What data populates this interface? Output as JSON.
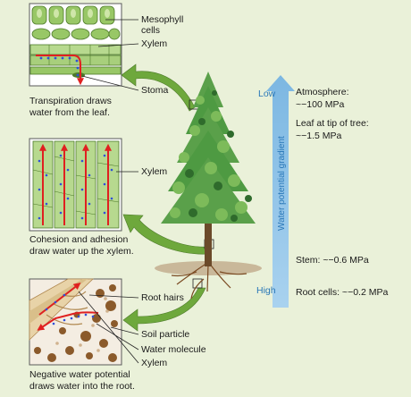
{
  "leaf_panel": {
    "labels": {
      "mesophyll_line1": "Mesophyll",
      "mesophyll_line2": "cells",
      "xylem": "Xylem",
      "stoma": "Stoma"
    },
    "caption_line1": "Transpiration draws",
    "caption_line2": "water from the leaf."
  },
  "stem_panel": {
    "labels": {
      "xylem": "Xylem"
    },
    "caption_line1": "Cohesion and adhesion",
    "caption_line2": "draw water up the xylem."
  },
  "root_panel": {
    "labels": {
      "root_hairs": "Root hairs",
      "soil_particle": "Soil particle",
      "water_molecule": "Water molecule",
      "xylem": "Xylem"
    },
    "caption_line1": "Negative water potential",
    "caption_line2": "draws water into the root."
  },
  "gradient": {
    "axis_label": "Water potential gradient",
    "low_label": "Low",
    "high_label": "High",
    "levels": [
      {
        "line1": "Atmosphere:",
        "line2": "~−100 MPa"
      },
      {
        "line1": "Leaf at tip of tree:",
        "line2": "~−1.5 MPa"
      },
      {
        "line1": "Stem: ~−0.6 MPa",
        "line2": ""
      },
      {
        "line1": "Root cells: ~−0.2 MPa",
        "line2": ""
      }
    ]
  },
  "colors": {
    "background": "#eaf1d9",
    "gradient_arrow": "#8fc2e6",
    "gradient_text": "#2a78b8",
    "water_path": "#e02020",
    "water_dots": "#3050d8",
    "leaf_cells": "#8fbf5a",
    "xylem": "#b7d98f",
    "callout_arrow": "#6ea83c",
    "soil": "#8b5a2b"
  }
}
